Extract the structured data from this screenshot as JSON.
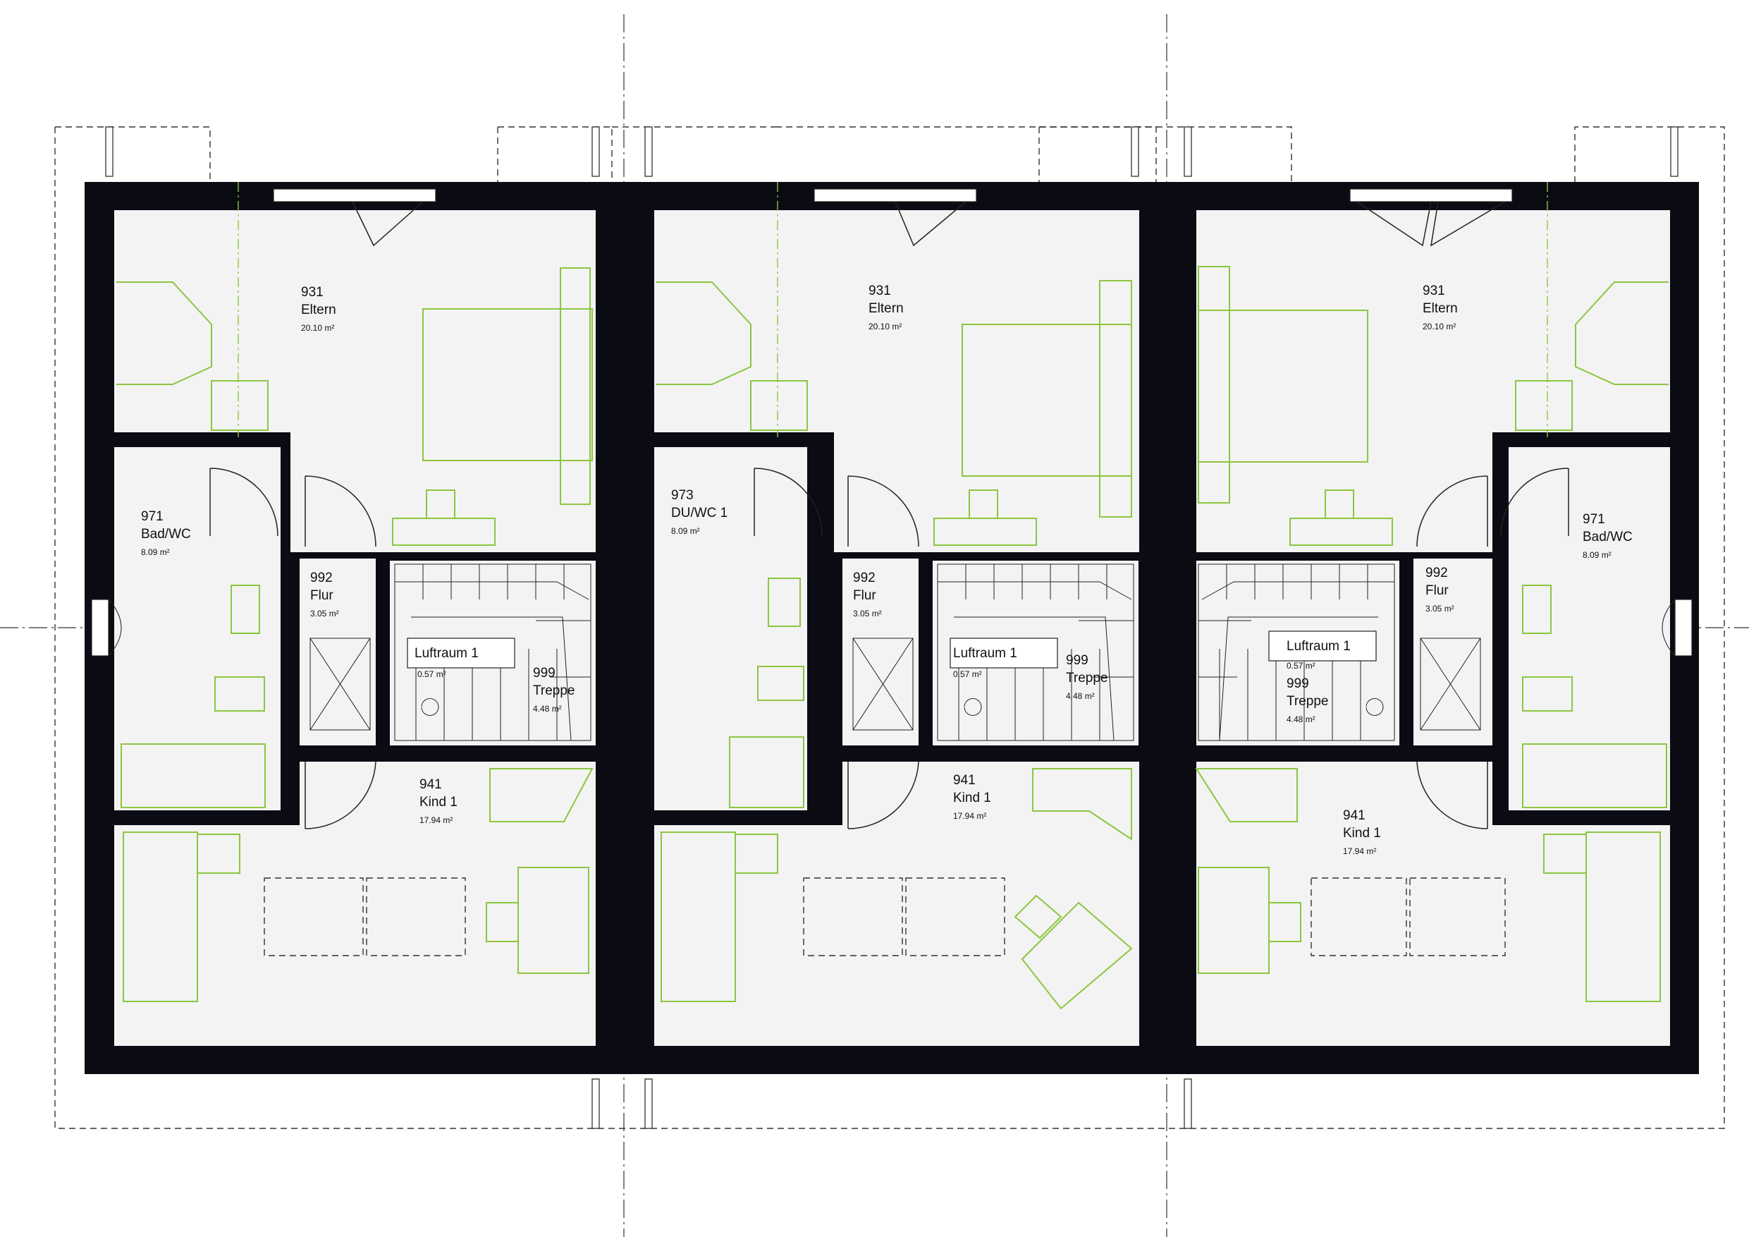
{
  "units": [
    {
      "rooms": [
        {
          "id": "eltern",
          "number": "931",
          "name": "Eltern",
          "area": "20.10 m²"
        },
        {
          "id": "bad",
          "number": "971",
          "name": "Bad/WC",
          "area": "8.09 m²"
        },
        {
          "id": "flur",
          "number": "992",
          "name": "Flur",
          "area": "3.05 m²"
        },
        {
          "id": "luftraum",
          "number": "",
          "name": "Luftraum 1",
          "area": "0.57 m²"
        },
        {
          "id": "treppe",
          "number": "999",
          "name": "Treppe",
          "area": "4.48 m²"
        },
        {
          "id": "kind",
          "number": "941",
          "name": "Kind 1",
          "area": "17.94 m²"
        }
      ]
    },
    {
      "rooms": [
        {
          "id": "eltern",
          "number": "931",
          "name": "Eltern",
          "area": "20.10 m²"
        },
        {
          "id": "bad",
          "number": "973",
          "name": "DU/WC 1",
          "area": "8.09 m²"
        },
        {
          "id": "flur",
          "number": "992",
          "name": "Flur",
          "area": "3.05 m²"
        },
        {
          "id": "luftraum",
          "number": "",
          "name": "Luftraum 1",
          "area": "0.57 m²"
        },
        {
          "id": "treppe",
          "number": "999",
          "name": "Treppe",
          "area": "4.48 m²"
        },
        {
          "id": "kind",
          "number": "941",
          "name": "Kind 1",
          "area": "17.94 m²"
        }
      ]
    },
    {
      "rooms": [
        {
          "id": "eltern",
          "number": "931",
          "name": "Eltern",
          "area": "20.10 m²"
        },
        {
          "id": "bad",
          "number": "971",
          "name": "Bad/WC",
          "area": "8.09 m²"
        },
        {
          "id": "flur",
          "number": "992",
          "name": "Flur",
          "area": "3.05 m²"
        },
        {
          "id": "luftraum",
          "number": "",
          "name": "Luftraum 1",
          "area": "0.57 m²"
        },
        {
          "id": "treppe",
          "number": "999",
          "name": "Treppe",
          "area": "4.48 m²"
        },
        {
          "id": "kind",
          "number": "941",
          "name": "Kind 1",
          "area": "17.94 m²"
        }
      ]
    }
  ],
  "colors": {
    "wall": "#0b0b14",
    "floor": "#f3f3f3",
    "furniture": "#8cc63f",
    "lines": "#222222"
  }
}
